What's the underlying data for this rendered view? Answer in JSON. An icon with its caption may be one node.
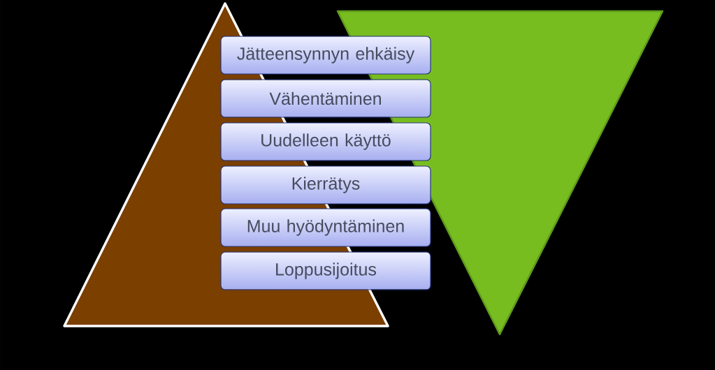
{
  "diagram": {
    "nodes": [
      {
        "text": [
          "Jätteensynnyn ehkäisy"
        ]
      },
      {
        "text": [
          "Vähentäminen"
        ]
      },
      {
        "text": [
          "Uudelleen käyttö"
        ]
      },
      {
        "text": [
          "Kierrätys"
        ]
      },
      {
        "text": [
          "Muu hyödyntäminen"
        ]
      },
      {
        "text": [
          "Loppusijoitus"
        ]
      }
    ]
  }
}
